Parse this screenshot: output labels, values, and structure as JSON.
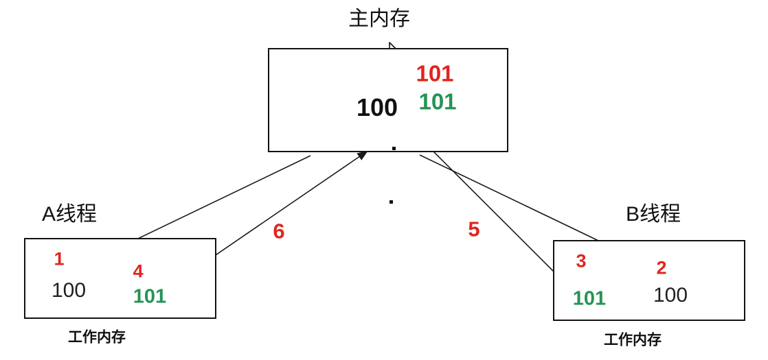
{
  "main_memory": {
    "title": "主内存",
    "value_old": "100",
    "value_new_red": "101",
    "value_new_green": "101"
  },
  "thread_a": {
    "title": "A线程",
    "step_read": "1",
    "read_value": "100",
    "step_write": "4",
    "write_value": "101",
    "caption": "工作内存"
  },
  "thread_b": {
    "title": "B线程",
    "step_write": "3",
    "write_value": "101",
    "step_read": "2",
    "read_value": "100",
    "caption": "工作内存"
  },
  "arrows": {
    "label_a_write": "6",
    "label_b_write": "5"
  },
  "colors": {
    "step_red": "#e0261f",
    "value_green": "#259355",
    "line_black": "#1a1a1a"
  }
}
